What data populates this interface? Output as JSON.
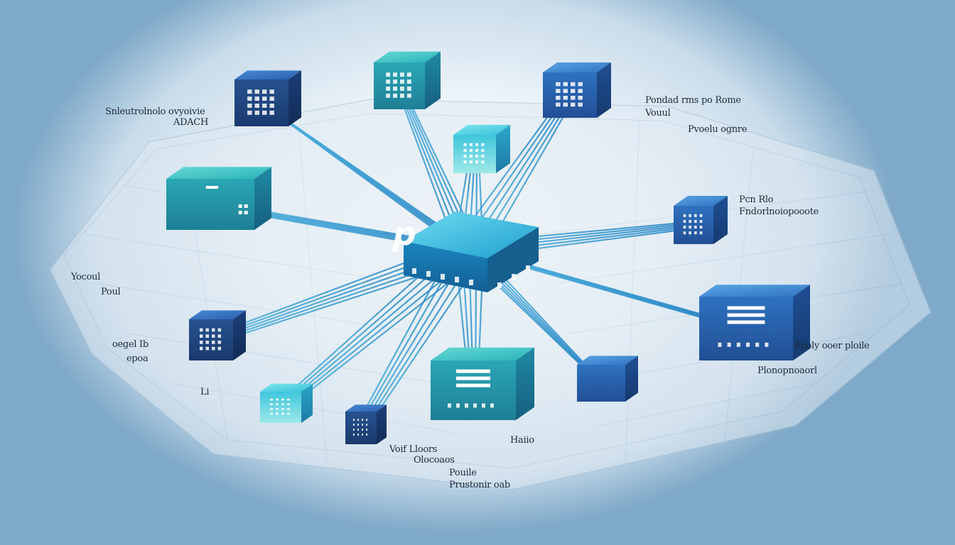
{
  "colors": {
    "teal": "#2bb7c0",
    "cyan": "#39c6dc",
    "blue": "#2f6fb8",
    "navy": "#1f4f93",
    "line": "#3aa9d8",
    "platform": "#c9dbe8"
  },
  "hub": {
    "glyph": "p",
    "icon": "hub-chip-icon"
  },
  "nodes": [
    {
      "id": "n1",
      "style": "navy"
    },
    {
      "id": "n2",
      "style": "teal"
    },
    {
      "id": "n3",
      "style": "blue"
    },
    {
      "id": "n4",
      "style": "cyan"
    },
    {
      "id": "n5",
      "style": "teal"
    },
    {
      "id": "n6",
      "style": "blue"
    },
    {
      "id": "n7",
      "style": "navy"
    },
    {
      "id": "n8",
      "style": "blue"
    },
    {
      "id": "n9",
      "style": "cyan"
    },
    {
      "id": "n10",
      "style": "teal"
    },
    {
      "id": "n11",
      "style": "navy"
    },
    {
      "id": "n12",
      "style": "blue"
    }
  ],
  "labels": {
    "top_left_1": "Snleutrolnolo ovyoivie",
    "top_left_2": "ADACH",
    "top_right_1": "Pondad rms po Rome",
    "top_right_2": "Vouul",
    "top_right_3": "Pvoelu ognre",
    "right_1": "Pcn Rlo",
    "right_2": "Fndorlnoiopooote",
    "left_1": "Yocoul",
    "left_2": "Poul",
    "left_3": "oegel Ib",
    "left_4": "epoa",
    "left_5": "Li",
    "bottom_1": "Voif Lloors",
    "bottom_2": "Olocoaos",
    "bottom_3": "Pouile",
    "bottom_4": "Prustonir oab",
    "bottom_5": "Haiio",
    "bottom_right_1": "Ppoly ooer ploile",
    "bottom_right_2": "Plonopnoaorl"
  }
}
